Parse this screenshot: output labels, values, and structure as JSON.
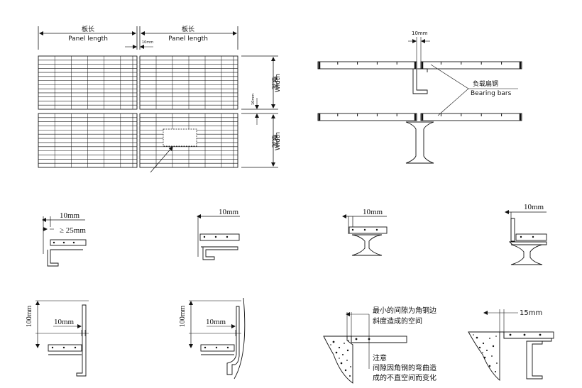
{
  "panel_layout": {
    "panel_length_cn_left": "板长",
    "panel_length_en_left": "Panel length",
    "panel_length_cn_right": "板长",
    "panel_length_en_right": "Panel length",
    "gap_top_label": "10mm",
    "gap_side_label": "10mm",
    "width_cn_top": "板宽",
    "width_en_top": "Width",
    "width_cn_bottom": "板宽",
    "width_en_bottom": "Width"
  },
  "bearing_section": {
    "gap_label": "10mm",
    "bearing_bars_cn": "负载扁钢",
    "bearing_bars_en": "Bearing bars"
  },
  "details": {
    "d1_gap": "10mm",
    "d1_overlap": "≥ 25mm",
    "d2_gap": "10mm",
    "d3_gap": "10mm",
    "d4_gap": "10mm",
    "d5_height": "100mm",
    "d5_gap": "10mm",
    "d6_height": "100mm",
    "d6_gap": "10mm",
    "d7_note_line1": "最小的间隙为角钢边",
    "d7_note_line2": "斜度造成的空间",
    "d7_note_title": "注意",
    "d7_note_line3": "间隙因角钢的弯曲造",
    "d7_note_line4": "成的不直空间而变化",
    "d8_gap": "15mm"
  }
}
